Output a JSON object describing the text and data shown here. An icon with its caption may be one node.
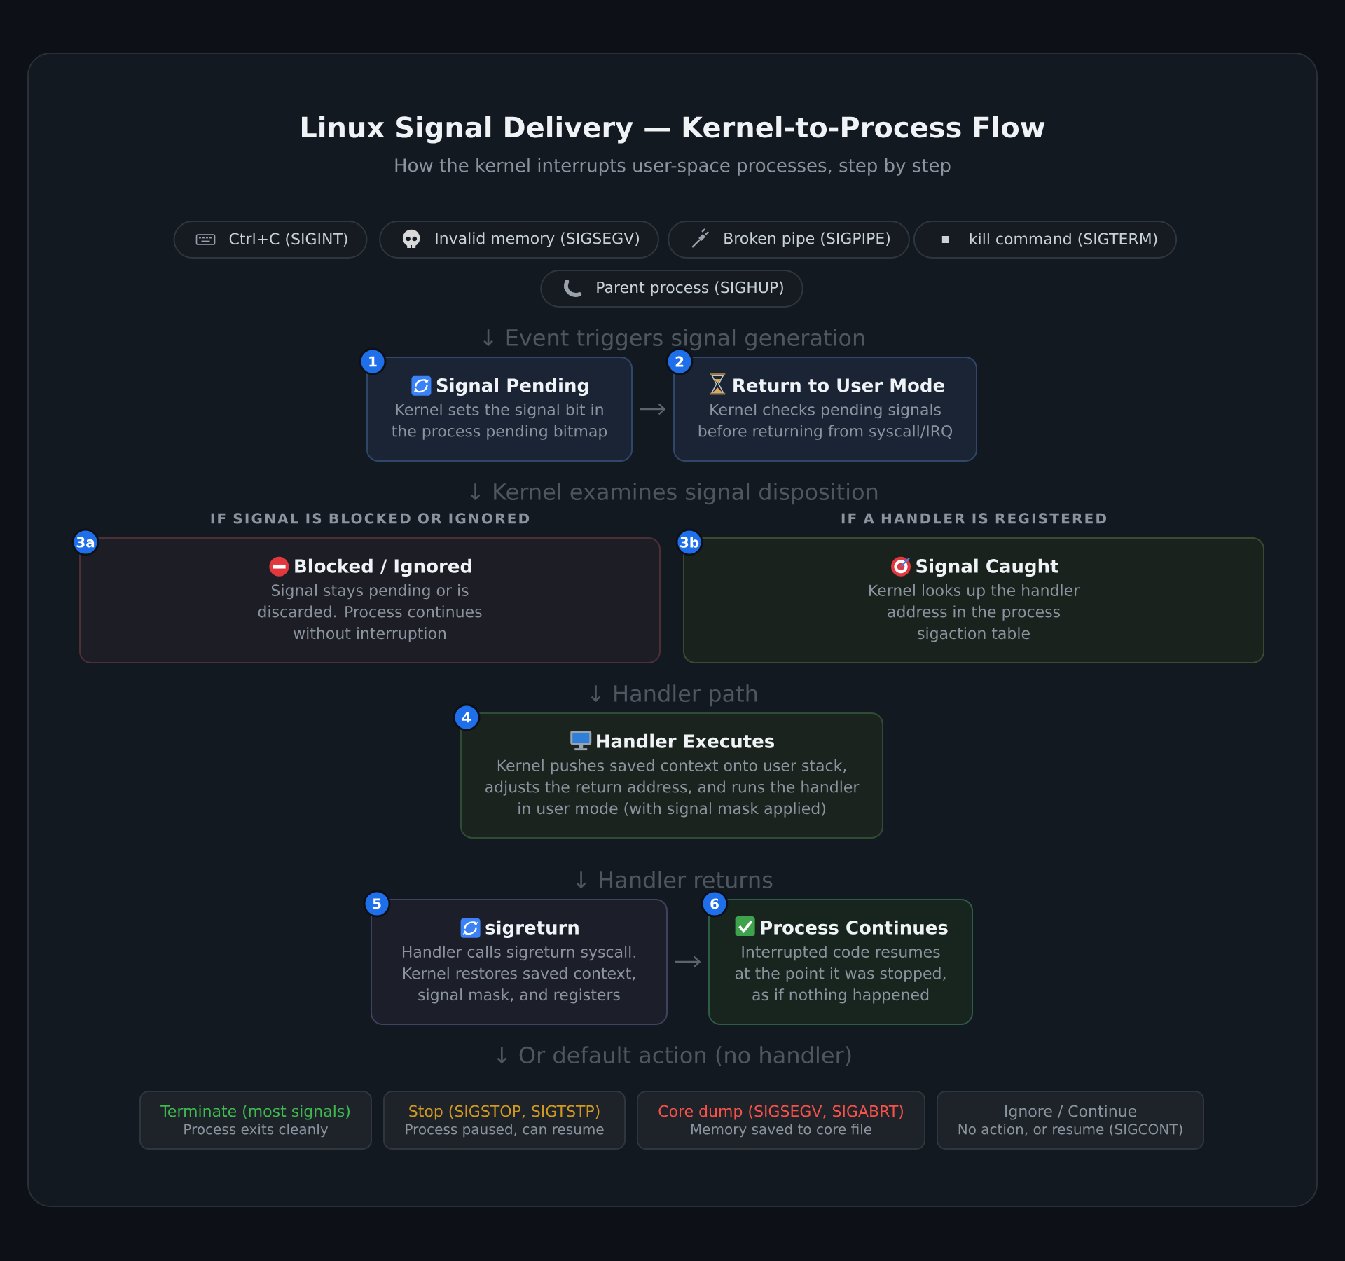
{
  "diagram": {
    "title": "Linux Signal Delivery — Kernel-to-Process Flow",
    "nodes": [
      {
        "text": [
          "Ctrl+C (SIGINT)"
        ]
      },
      {
        "text": [
          "Invalid memory (SIGSEGV)"
        ]
      },
      {
        "text": [
          "Broken pipe (SIGPIPE)"
        ]
      },
      {
        "text": [
          "kill command (SIGTERM)"
        ]
      },
      {
        "text": [
          "Parent process (SIGHUP)"
        ]
      },
      {
        "text": [
          "1",
          "Signal Pending",
          "Kernel sets the signal bit in the process pending bitmap"
        ]
      },
      {
        "text": [
          "2",
          "Return to User Mode",
          "Kernel checks pending signals before returning from syscall/IRQ"
        ]
      },
      {
        "text": [
          "IF SIGNAL IS BLOCKED OR IGNORED",
          "3a",
          "Blocked / Ignored",
          "Signal stays pending or is discarded. Process continues without interruption"
        ]
      },
      {
        "text": [
          "IF A HANDLER IS REGISTERED",
          "3b",
          "Signal Caught",
          "Kernel looks up the handler address in the process sigaction table"
        ]
      },
      {
        "text": [
          "4",
          "Handler Executes",
          "Kernel pushes saved context onto user stack, adjusts the return address, and runs the handler in user mode (with signal mask applied)"
        ]
      },
      {
        "text": [
          "5",
          "sigreturn",
          "Handler calls sigreturn syscall. Kernel restores saved context, signal mask, and registers"
        ]
      },
      {
        "text": [
          "6",
          "Process Continues",
          "Interrupted code resumes at the point it was stopped, as if nothing happened"
        ]
      },
      {
        "text": [
          "Terminate (most signals)",
          "Process exits cleanly"
        ]
      },
      {
        "text": [
          "Stop (SIGSTOP, SIGTSTP)",
          "Process paused, can resume"
        ]
      },
      {
        "text": [
          "Core dump (SIGSEGV, SIGABRT)",
          "Memory saved to core file"
        ]
      },
      {
        "text": [
          "Ignore / Continue",
          "No action, or resume (SIGCONT)"
        ]
      }
    ],
    "edges": [
      {
        "from": 5,
        "to": 6,
        "arrow": "to"
      },
      {
        "from": 10,
        "to": 11,
        "arrow": "to"
      }
    ],
    "labels": [
      "How the kernel interrupts user-space processes, step by step",
      "↓ Event triggers signal generation",
      "↓ Kernel examines signal disposition",
      "↓ Handler path",
      "↓ Handler returns",
      "↓ Or default action (no handler)"
    ]
  }
}
